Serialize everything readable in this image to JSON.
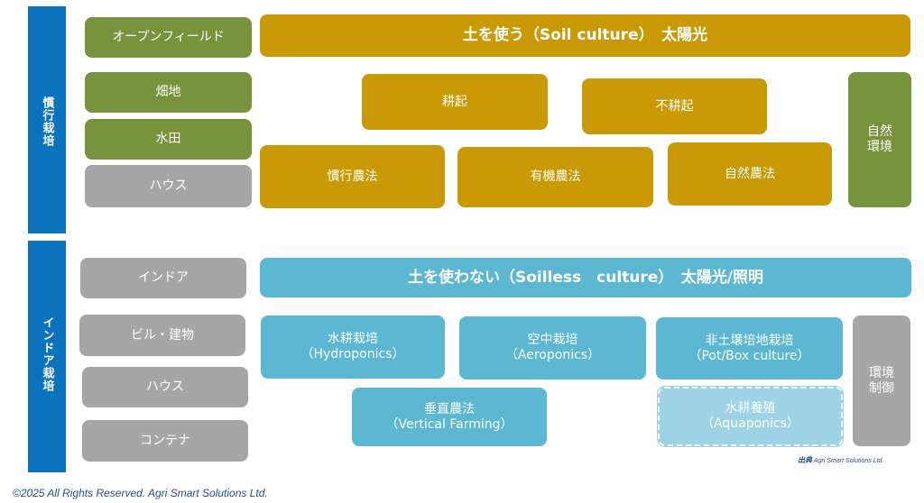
{
  "sections": {
    "conventional": "慣行栽培",
    "indoor": "インドア栽培"
  },
  "conventional": {
    "left_boxes": [
      "オープンフィールド",
      "畑地",
      "水田",
      "ハウス"
    ],
    "header": "土を使う（Soil culture）　太陽光",
    "tillage": [
      "耕起",
      "不耕起"
    ],
    "methods": [
      "慣行農法",
      "有機農法",
      "自然農法"
    ],
    "right_box": [
      "自然",
      "環境"
    ]
  },
  "indoor": {
    "left_boxes": [
      "インドア",
      "ビル・建物",
      "ハウス",
      "コンテナ"
    ],
    "header": "土を使わない（Soilless　culture）　太陽光/照明",
    "methods": [
      {
        "ja": "水耕栽培",
        "en": "（Hydroponics）"
      },
      {
        "ja": "空中栽培",
        "en": "（Aeroponics）"
      },
      {
        "ja": "非土壌培地栽培",
        "en": "（Pot/Box culture）"
      },
      {
        "ja": "垂直農法",
        "en": "（Vertical Farming）"
      },
      {
        "ja": "水耕養殖",
        "en": "（Aquaponics）"
      }
    ],
    "right_box": [
      "環境",
      "制御"
    ]
  },
  "source": {
    "label": "出典",
    "name": "Agri Smart Solutions Ltd."
  },
  "copyright": "©2025 All Rights Reserved. Agri Smart Solutions Ltd.",
  "colors": {
    "side_bar": "#0b72bd",
    "green": "#77933c",
    "gray": "#a6a6a6",
    "gold": "#c99a06",
    "teal": "#5cb7d2",
    "teal_light": "#9dd3e4",
    "text_blue": "#1f4e9a"
  }
}
